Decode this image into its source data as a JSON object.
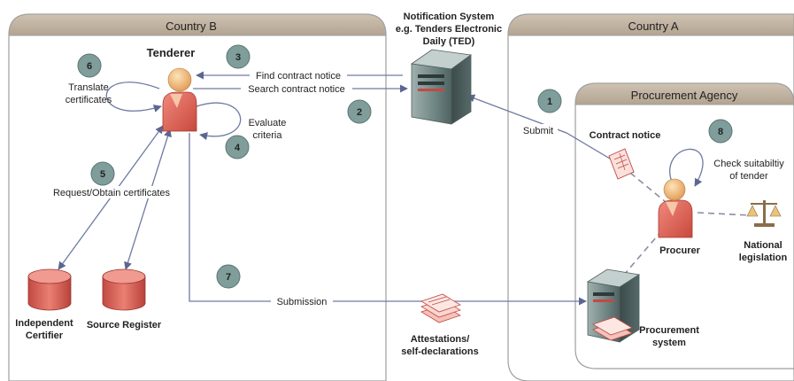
{
  "regions": {
    "country_b": "Country B",
    "country_a": "Country A",
    "procurement_agency": "Procurement Agency"
  },
  "actors": {
    "tenderer": "Tenderer",
    "procurer": "Procurer",
    "independent_certifier_line1": "Independent",
    "independent_certifier_line2": "Certifier",
    "source_register": "Source Register",
    "national_legislation_line1": "National",
    "national_legislation_line2": "legislation",
    "procurement_system_line1": "Procurement",
    "procurement_system_line2": "system"
  },
  "notification_system": {
    "line1": "Notification System",
    "line2": "e.g. Tenders Electronic",
    "line3": "Daily (TED)"
  },
  "documents": {
    "contract_notice": "Contract notice",
    "attestations_line1": "Attestations/",
    "attestations_line2": "self-declarations"
  },
  "steps": {
    "s1": "1",
    "s2": "2",
    "s3": "3",
    "s4": "4",
    "s5": "5",
    "s6": "6",
    "s7": "7",
    "s8": "8"
  },
  "labels": {
    "find_contract_notice": "Find contract notice",
    "search_contract_notice": "Search contract notice",
    "translate_line1": "Translate",
    "translate_line2": "certificates",
    "evaluate_line1": "Evaluate",
    "evaluate_line2": "criteria",
    "request_obtain": "Request/Obtain certificates",
    "submit": "Submit",
    "submission": "Submission",
    "check_line1": "Check suitabiltiy",
    "check_line2": "of tender"
  },
  "colors": {
    "panel_header": "#c0b2a0",
    "panel_border": "#9e9e9e",
    "step_circle": "#7f9d9a",
    "arrow": "#6f7aa3",
    "person": "#e46d5f",
    "database": "#d9625a",
    "server": "#6b7f7d"
  }
}
